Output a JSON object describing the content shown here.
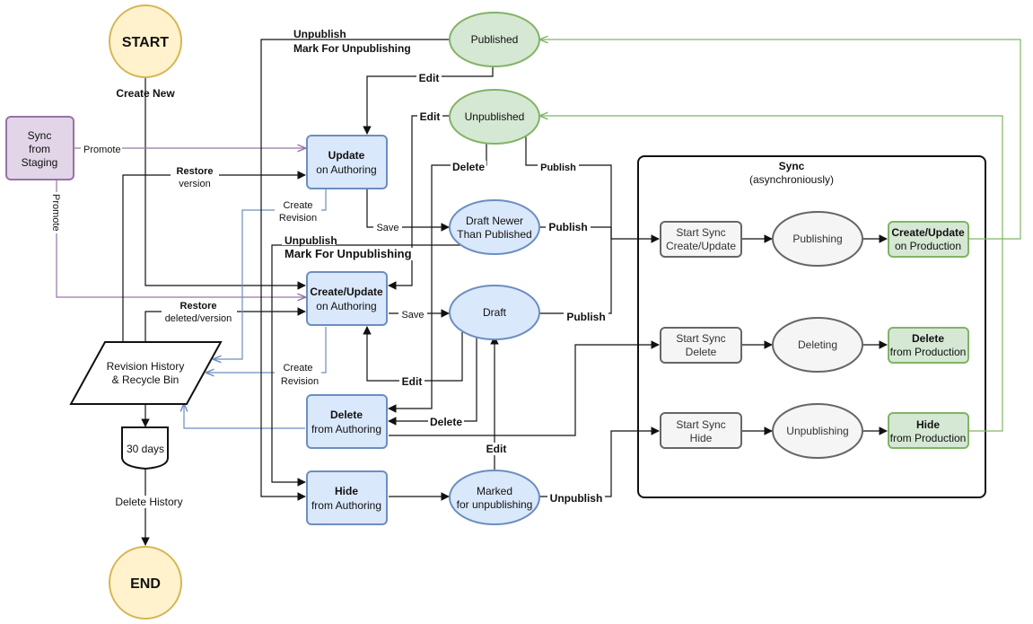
{
  "nodes": {
    "start": "START",
    "end": "END",
    "sync_from_staging": [
      "Sync",
      "from",
      "Staging"
    ],
    "update_on_authoring": [
      "Update",
      "on Authoring"
    ],
    "create_update_on_authoring": [
      "Create/Update",
      "on Authoring"
    ],
    "delete_from_authoring": [
      "Delete",
      "from Authoring"
    ],
    "hide_from_authoring": [
      "Hide",
      "from Authoring"
    ],
    "published": "Published",
    "unpublished": "Unpublished",
    "draft_newer": [
      "Draft Newer",
      "Than Published"
    ],
    "draft": "Draft",
    "marked_for_unpublishing": [
      "Marked",
      "for unpublishing"
    ],
    "revision_history": [
      "Revision History",
      "&  Recycle Bin"
    ],
    "thirty_days": "30 days",
    "sync_group_title": "Sync",
    "sync_group_subtitle": "(asynchroniously)",
    "start_sync_create_update": [
      "Start Sync",
      "Create/Update"
    ],
    "start_sync_delete": [
      "Start Sync",
      "Delete"
    ],
    "start_sync_hide": [
      "Start Sync",
      "Hide"
    ],
    "publishing": "Publishing",
    "deleting": "Deleting",
    "unpublishing": "Unpublishing",
    "create_update_on_production": [
      "Create/Update",
      "on Production"
    ],
    "delete_from_production": [
      "Delete",
      "from Production"
    ],
    "hide_from_production": [
      "Hide",
      "from Production"
    ]
  },
  "edge_labels": {
    "create_new": "Create New",
    "promote": "Promote",
    "promote_vertical": "Promote",
    "restore_version": [
      "Restore",
      "version"
    ],
    "restore_deleted": [
      "Restore",
      "deleted/version"
    ],
    "create_revision_1": [
      "Create",
      "Revision"
    ],
    "create_revision_2": [
      "Create",
      "Revision"
    ],
    "unpublish_top": "Unpublish",
    "mark_for_unpublishing_top": "Mark For Unpublishing",
    "unpublish_mid": "Unpublish",
    "mark_for_unpublishing_mid": "Mark For Unpublishing",
    "edit_published": "Edit",
    "edit_unpublished": "Edit",
    "edit_draft": "Edit",
    "edit_marked": "Edit",
    "delete_unpublished": "Delete",
    "delete_draft": "Delete",
    "publish_unpublished": "Publish",
    "publish_newer": "Publish",
    "publish_draft": "Publish",
    "save_update": "Save",
    "save_create": "Save",
    "unpublish_marked": "Unpublish",
    "delete_history": "Delete History"
  },
  "colors": {
    "start_end_fill": "#fff2cc",
    "start_end_stroke": "#d6b656",
    "blue_fill": "#dae8fc",
    "blue_stroke": "#6c8ebf",
    "green_fill": "#d5e8d4",
    "green_stroke": "#82b366",
    "purple_fill": "#e1d5e7",
    "purple_stroke": "#9673a6",
    "grey_fill": "#f5f5f5",
    "grey_stroke": "#666666"
  }
}
